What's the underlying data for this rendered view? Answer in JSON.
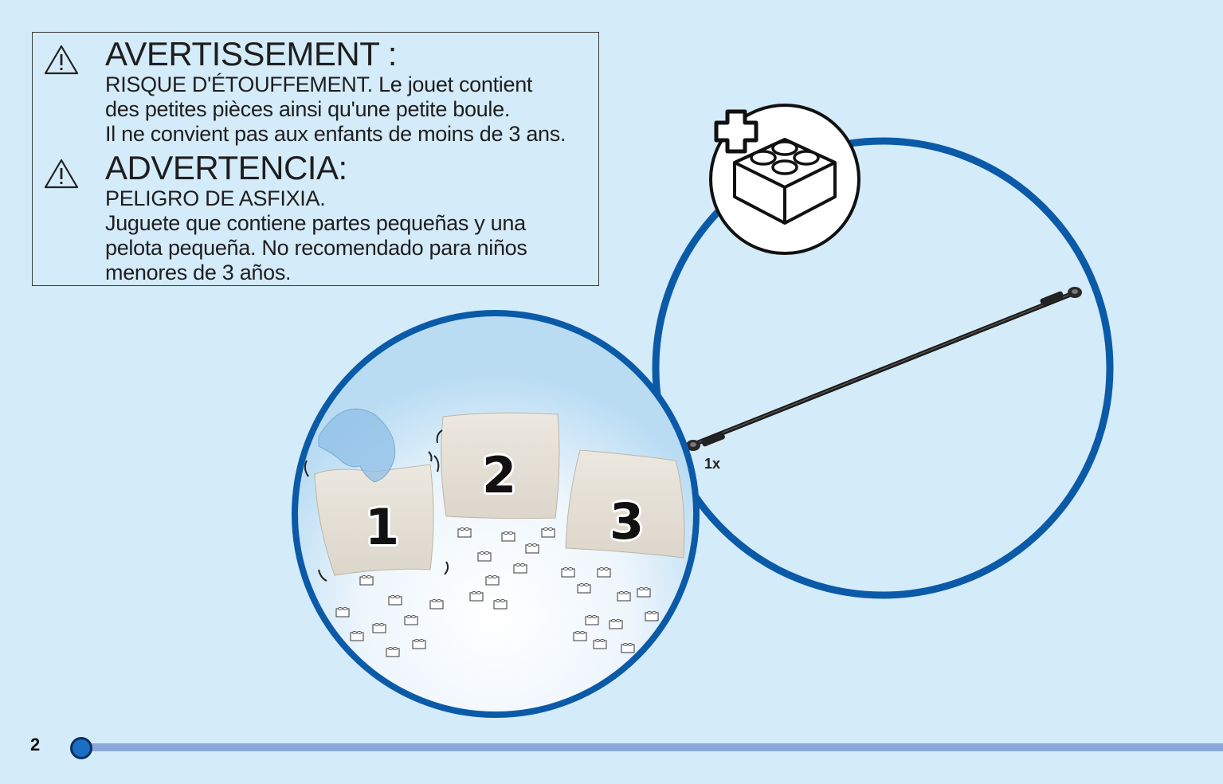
{
  "warning_fr": {
    "heading": "AVERTISSEMENT :",
    "lines": [
      "RISQUE D'ÉTOUFFEMENT. Le jouet contient",
      "des petites pièces ainsi qu'une petite boule.",
      "Il ne convient pas aux enfants de moins de 3 ans."
    ]
  },
  "warning_es": {
    "heading": "ADVERTENCIA:",
    "lines": [
      "PELIGRO DE ASFIXIA.",
      "Juguete que contiene partes pequeñas y una",
      "pelota pequeña. No recomendado para niños",
      "menores de 3 años."
    ]
  },
  "icons": {
    "warning": "warning-triangle-icon",
    "extra_brick": "plus-brick-icon",
    "hand": "hand-icon",
    "bags": "bag-icon",
    "part": "axle-link-icon"
  },
  "bags": [
    {
      "number": "1"
    },
    {
      "number": "2"
    },
    {
      "number": "3"
    }
  ],
  "extra_part": {
    "quantity": "1x"
  },
  "footer": {
    "page_number": "2"
  },
  "colors": {
    "background": "#d4ebfa",
    "circle_border": "#0b5aa8",
    "progress_track": "#8aa7da",
    "progress_dot": "#1a6ec4"
  }
}
